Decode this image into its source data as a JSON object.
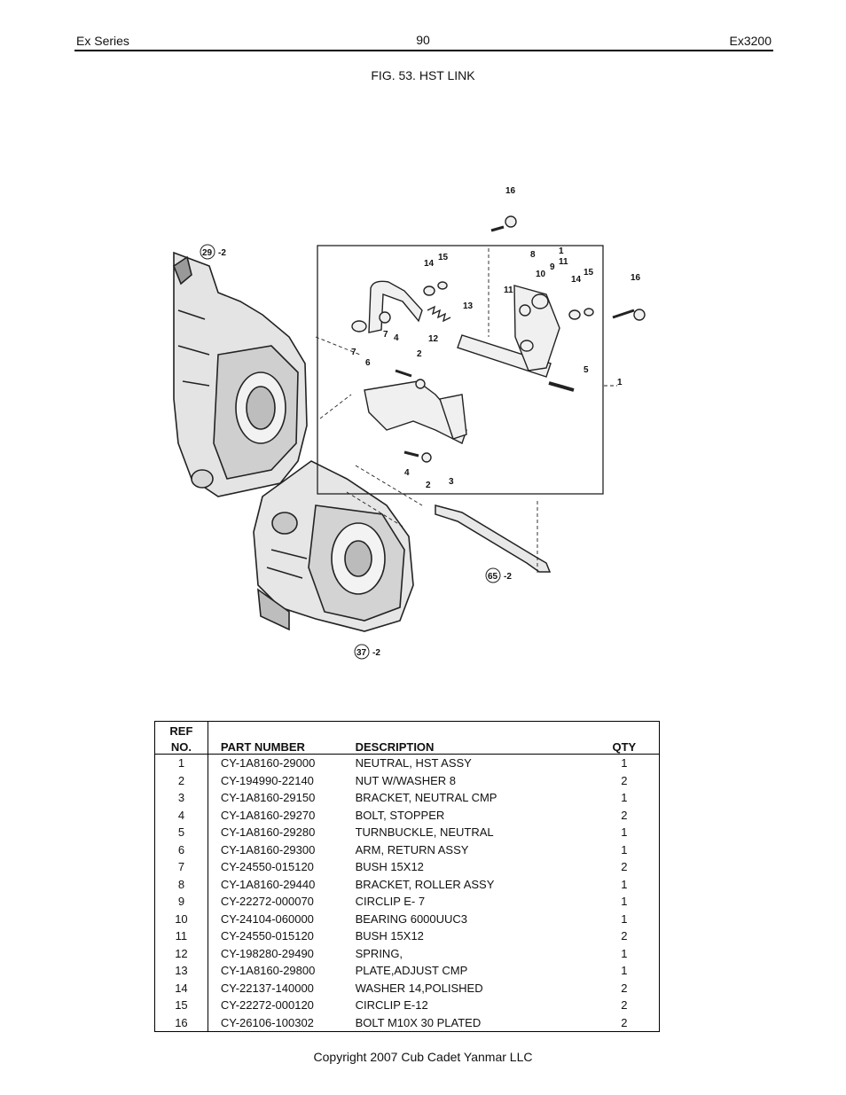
{
  "header": {
    "left": "Ex Series",
    "center": "90",
    "right": "Ex3200"
  },
  "figure": {
    "title": "FIG. 53. HST LINK",
    "callouts": [
      "16",
      "29",
      "-2",
      "14",
      "15",
      "8",
      "1",
      "9",
      "11",
      "10",
      "11",
      "14",
      "15",
      "16",
      "13",
      "12",
      "7",
      "6",
      "7",
      "4",
      "2",
      "5",
      "1",
      "4",
      "2",
      "3",
      "65",
      "-2",
      "37",
      "-2"
    ]
  },
  "table": {
    "headers": {
      "ref_line1": "REF",
      "ref_line2": "NO.",
      "part_number": "PART NUMBER",
      "description": "DESCRIPTION",
      "qty": "QTY"
    },
    "rows": [
      {
        "ref": "1",
        "part": "CY-1A8160-29000",
        "desc": "NEUTRAL, HST ASSY",
        "qty": "1"
      },
      {
        "ref": "2",
        "part": "CY-194990-22140",
        "desc": "NUT W/WASHER  8",
        "qty": "2"
      },
      {
        "ref": "3",
        "part": "CY-1A8160-29150",
        "desc": "BRACKET, NEUTRAL CMP",
        "qty": "1"
      },
      {
        "ref": "4",
        "part": "CY-1A8160-29270",
        "desc": "BOLT, STOPPER",
        "qty": "2"
      },
      {
        "ref": "5",
        "part": "CY-1A8160-29280",
        "desc": "TURNBUCKLE, NEUTRAL",
        "qty": "1"
      },
      {
        "ref": "6",
        "part": "CY-1A8160-29300",
        "desc": "ARM, RETURN ASSY",
        "qty": "1"
      },
      {
        "ref": "7",
        "part": "CY-24550-015120",
        "desc": "BUSH 15X12",
        "qty": "2"
      },
      {
        "ref": "8",
        "part": "CY-1A8160-29440",
        "desc": "BRACKET, ROLLER ASSY",
        "qty": "1"
      },
      {
        "ref": "9",
        "part": "CY-22272-000070",
        "desc": "CIRCLIP E- 7",
        "qty": "1"
      },
      {
        "ref": "10",
        "part": "CY-24104-060000",
        "desc": "BEARING 6000UUC3",
        "qty": "1"
      },
      {
        "ref": "11",
        "part": "CY-24550-015120",
        "desc": "BUSH 15X12",
        "qty": "2"
      },
      {
        "ref": "12",
        "part": "CY-198280-29490",
        "desc": "SPRING,",
        "qty": "1"
      },
      {
        "ref": "13",
        "part": "CY-1A8160-29800",
        "desc": "PLATE,ADJUST CMP",
        "qty": "1"
      },
      {
        "ref": "14",
        "part": "CY-22137-140000",
        "desc": "WASHER 14,POLISHED",
        "qty": "2"
      },
      {
        "ref": "15",
        "part": "CY-22272-000120",
        "desc": "CIRCLIP E-12",
        "qty": "2"
      },
      {
        "ref": "16",
        "part": "CY-26106-100302",
        "desc": "BOLT M10X 30 PLATED",
        "qty": "2"
      }
    ]
  },
  "footer": {
    "copyright": "Copyright 2007 Cub Cadet Yanmar LLC"
  }
}
